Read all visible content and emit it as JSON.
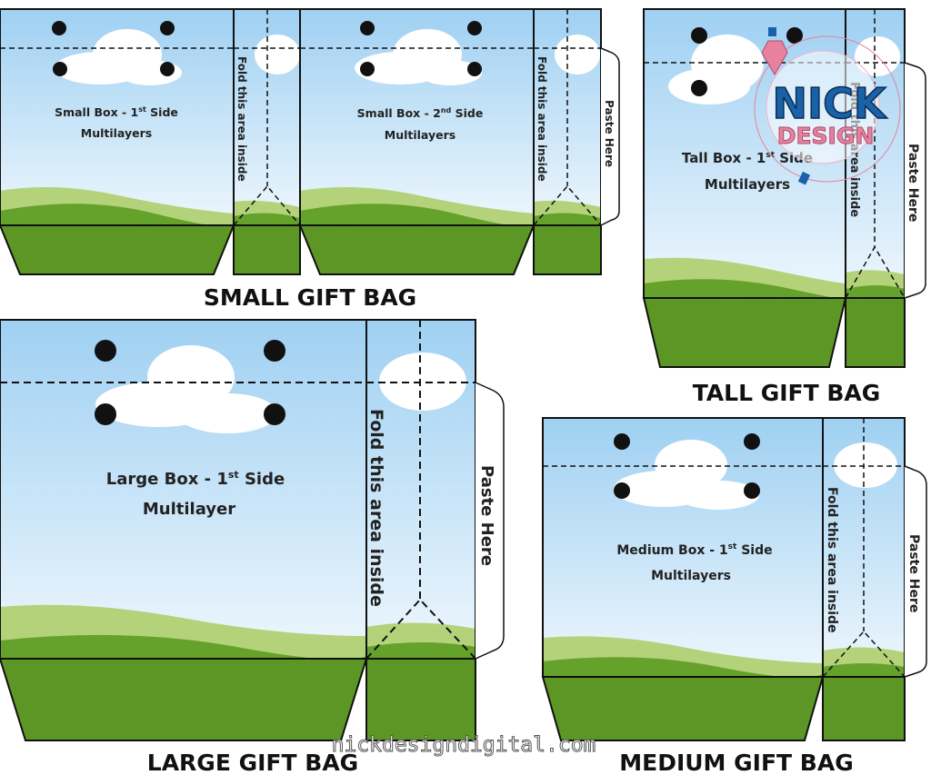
{
  "colors": {
    "sky_top": "#9fd0f2",
    "sky_bottom": "#eef7fd",
    "hill_light": "#b3d27a",
    "hill_dark": "#64a22c",
    "grass": "#5c9624",
    "outline": "#111111",
    "logo_blue": "#1a62a8",
    "logo_pink": "#e7829e"
  },
  "bags": {
    "small_1": {
      "line1": "Small Box - 1",
      "sup": "st",
      "line1_tail": " Side",
      "line2": "Multilayers"
    },
    "small_2": {
      "line1": "Small Box - 2",
      "sup": "nd",
      "line1_tail": " Side",
      "line2": "Multilayers"
    },
    "tall": {
      "line1": "Tall Box - 1",
      "sup": "st",
      "line1_tail": " Side",
      "line2": "Multilayers"
    },
    "large": {
      "line1": "Large Box - 1",
      "sup": "st",
      "line1_tail": " Side",
      "line2": "Multilayer"
    },
    "medium": {
      "line1": "Medium Box - 1",
      "sup": "st",
      "line1_tail": " Side",
      "line2": "Multilayers"
    }
  },
  "fold_label": "Fold this area inside",
  "paste_label": "Paste Here",
  "titles": {
    "small": "SMALL GIFT BAG",
    "tall": "TALL GIFT BAG",
    "large": "LARGE GIFT BAG",
    "medium": "MEDIUM GIFT BAG"
  },
  "logo": {
    "top": "NICK",
    "bottom": "DESIGN"
  },
  "watermark": "nickdesigndigital.com"
}
